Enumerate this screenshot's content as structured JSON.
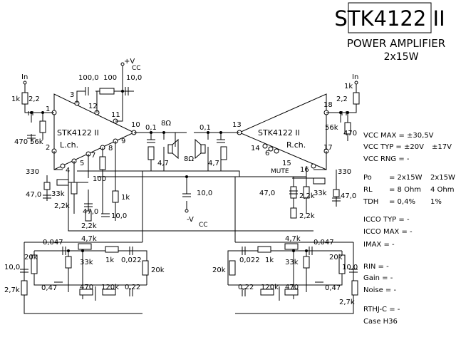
{
  "header": {
    "part_number": "STK4122 II",
    "device_type": "POWER AMPLIFIER",
    "output": "2x15W"
  },
  "ic": {
    "label_left": "STK4122  II",
    "left_channel": "L.ch.",
    "label_right": "STK4122  II",
    "right_channel": "R.ch."
  },
  "pins": {
    "p1": "1",
    "p2": "2",
    "p3": "3",
    "p4": "4",
    "p5": "5",
    "p6": "6",
    "p7": "7",
    "p8": "8",
    "p9": "9",
    "p10": "10",
    "p11": "11",
    "p12": "12",
    "p13": "13",
    "p14": "14",
    "p15": "15",
    "p16": "16",
    "p17": "17",
    "p18": "18"
  },
  "labels": {
    "in_left": "In",
    "in_right": "In",
    "vcc": "+V",
    "vcc_sub": "CC",
    "neg_vcc": "-V",
    "mute": "MUTE",
    "v_1k_l": "1k",
    "v_2_2_l": "2,2",
    "v_470_l": "470",
    "v_56k": "56k",
    "v_100_0": "100,0",
    "v_100": "100",
    "v_10_0_top": "10,0",
    "v_0_1_l": "0,1",
    "v_8ohm_l": "8Ω",
    "v_4_7_l": "4,7",
    "v_8ohm_r": "8Ω",
    "v_0_1_r": "0,1",
    "v_4_7_r": "4,7",
    "v_330_l": "330",
    "v_47_0_l1": "47,0",
    "v_33k_l": "33k",
    "v_2_2k_l1": "2,2k",
    "v_100_mid": "100",
    "v_1k_ll": "1k",
    "v_47_0_l2": "47,0",
    "v_10_0_l": "10,0",
    "v_2_2k_l2": "2,2k",
    "v_10_0_mid": "10,0",
    "v_1k_r": "1k",
    "v_2_2_r": "2,2",
    "v_56k_r": "56k",
    "v_470_r": "470",
    "v_330_r": "330",
    "v_47_0_r1": "47,0",
    "v_33k_r": "33k",
    "v_2_2k_r1": "2,2k",
    "v_47_0_r2": "47,0",
    "v_2_2k_r2": "2,2k",
    "v_0_047_l": "0,047",
    "v_4_7k_l": "4,7k",
    "v_20k_l1": "20k",
    "v_33k_l2": "33k",
    "v_1k_l2": "1k",
    "v_0_022_l": "0,022",
    "v_20k_l2": "20k",
    "v_10_0_ll": "10,0",
    "v_0_47_l": "0,47",
    "v_470_l2": "470",
    "v_120k_l": "120k",
    "v_0_22_l": "0,22",
    "v_2_7k_l": "2,7k",
    "v_0_047_r": "0,047",
    "v_4_7k_r": "4,7k",
    "v_20k_r1": "20k",
    "v_33k_r2": "33k",
    "v_1k_r2": "1k",
    "v_0_022_r": "0,022",
    "v_20k_r2": "20k",
    "v_10_0_rr": "10,0",
    "v_0_47_r": "0,47",
    "v_470_r2": "470",
    "v_120k_r": "120k",
    "v_0_22_r": "0,22",
    "v_2_7k_r": "2,7k"
  },
  "specs": {
    "vcc_max": "VCC MAX = ±30,5V",
    "vcc_typ": "VCC TYP = ±20V",
    "vcc_typ_alt": "±17V",
    "vcc_rng": "VCC RNG = -",
    "po_label": "Po",
    "po_value": "= 2x15W",
    "po_alt": "2x15W",
    "rl_label": "RL",
    "rl_value": "= 8 Ohm",
    "rl_alt": "4 Ohm",
    "tdh_label": "TDH",
    "tdh_value": "= 0,4%",
    "tdh_alt": "1%",
    "icco_typ": "ICCO TYP = -",
    "icco_max": "ICCO MAX = -",
    "imax": "IMAX   =  -",
    "rin": "RIN  = -",
    "gain": "Gain = -",
    "noise": "Noise = -",
    "rthj": "RTHJ-C = -",
    "case": "Case H36"
  }
}
